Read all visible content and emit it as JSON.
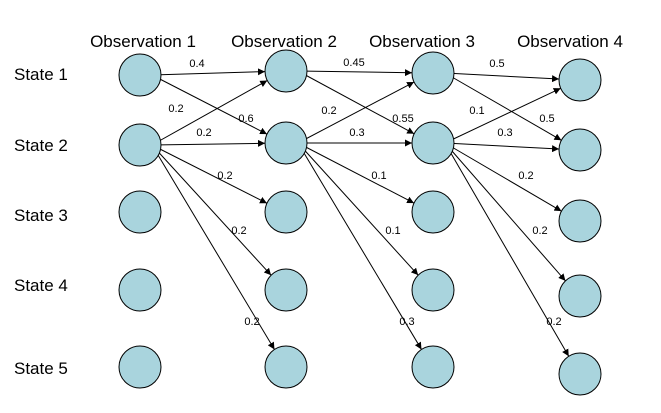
{
  "observations": [
    "Observation 1",
    "Observation 2",
    "Observation 3",
    "Observation 4"
  ],
  "states": [
    "State 1",
    "State 2",
    "State 3",
    "State 4",
    "State 5"
  ],
  "colors": {
    "node_fill": "#a9d4dd",
    "stroke": "#000000"
  },
  "transitions": [
    {
      "from": [
        0,
        0
      ],
      "to": [
        1,
        0
      ],
      "label": "0.4"
    },
    {
      "from": [
        0,
        0
      ],
      "to": [
        1,
        1
      ],
      "label": "0.6"
    },
    {
      "from": [
        0,
        1
      ],
      "to": [
        1,
        0
      ],
      "label": "0.2"
    },
    {
      "from": [
        0,
        1
      ],
      "to": [
        1,
        1
      ],
      "label": "0.2"
    },
    {
      "from": [
        0,
        1
      ],
      "to": [
        1,
        2
      ],
      "label": "0.2"
    },
    {
      "from": [
        0,
        1
      ],
      "to": [
        1,
        3
      ],
      "label": "0.2"
    },
    {
      "from": [
        0,
        1
      ],
      "to": [
        1,
        4
      ],
      "label": "0.2"
    },
    {
      "from": [
        1,
        0
      ],
      "to": [
        2,
        0
      ],
      "label": "0.45"
    },
    {
      "from": [
        1,
        0
      ],
      "to": [
        2,
        1
      ],
      "label": "0.55"
    },
    {
      "from": [
        1,
        1
      ],
      "to": [
        2,
        0
      ],
      "label": "0.2"
    },
    {
      "from": [
        1,
        1
      ],
      "to": [
        2,
        1
      ],
      "label": "0.3"
    },
    {
      "from": [
        1,
        1
      ],
      "to": [
        2,
        2
      ],
      "label": "0.1"
    },
    {
      "from": [
        1,
        1
      ],
      "to": [
        2,
        3
      ],
      "label": "0.1"
    },
    {
      "from": [
        1,
        1
      ],
      "to": [
        2,
        4
      ],
      "label": "0.3"
    },
    {
      "from": [
        2,
        0
      ],
      "to": [
        3,
        0
      ],
      "label": "0.5"
    },
    {
      "from": [
        2,
        0
      ],
      "to": [
        3,
        1
      ],
      "label": "0.5"
    },
    {
      "from": [
        2,
        1
      ],
      "to": [
        3,
        0
      ],
      "label": "0.1"
    },
    {
      "from": [
        2,
        1
      ],
      "to": [
        3,
        1
      ],
      "label": "0.3"
    },
    {
      "from": [
        2,
        1
      ],
      "to": [
        3,
        2
      ],
      "label": "0.2"
    },
    {
      "from": [
        2,
        1
      ],
      "to": [
        3,
        3
      ],
      "label": "0.2"
    },
    {
      "from": [
        2,
        1
      ],
      "to": [
        3,
        4
      ],
      "label": "0.2"
    }
  ]
}
